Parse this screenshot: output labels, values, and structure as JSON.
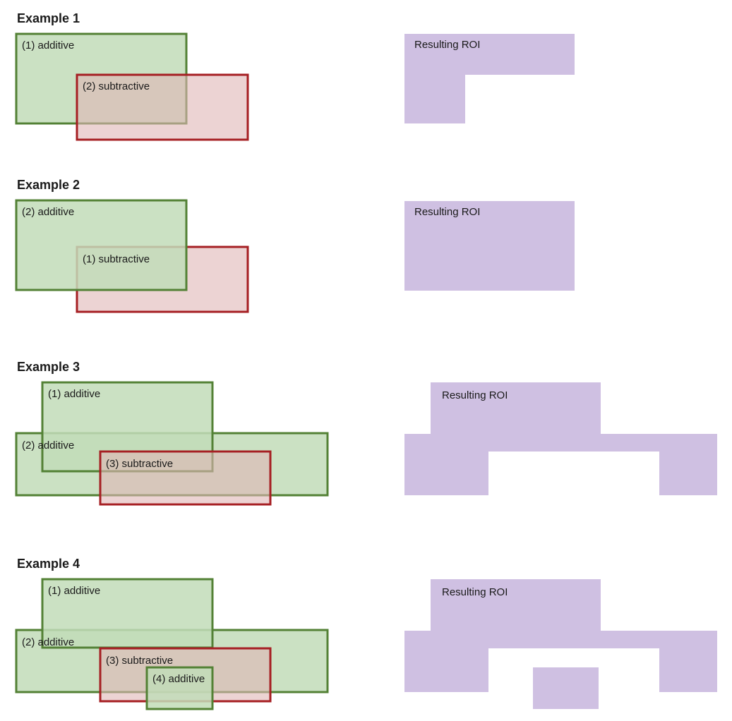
{
  "colors": {
    "additive_fill": "#c2dcb8",
    "additive_stroke": "#538135",
    "subtractive_fill": "#dfb5b5",
    "subtractive_stroke": "#a61f23",
    "roi_fill": "#cfc0e2",
    "text": "#1a1a1a"
  },
  "examples": [
    {
      "title": "Example 1",
      "regions": [
        {
          "label": "(1) additive",
          "mode": "additive"
        },
        {
          "label": "(2) subtractive",
          "mode": "subtractive"
        }
      ],
      "result_label": "Resulting ROI"
    },
    {
      "title": "Example 2",
      "regions": [
        {
          "label": "(2) additive",
          "mode": "additive"
        },
        {
          "label": "(1) subtractive",
          "mode": "subtractive"
        }
      ],
      "result_label": "Resulting ROI"
    },
    {
      "title": "Example 3",
      "regions": [
        {
          "label": "(1) additive",
          "mode": "additive"
        },
        {
          "label": "(2) additive",
          "mode": "additive"
        },
        {
          "label": "(3) subtractive",
          "mode": "subtractive"
        }
      ],
      "result_label": "Resulting ROI"
    },
    {
      "title": "Example 4",
      "regions": [
        {
          "label": "(1) additive",
          "mode": "additive"
        },
        {
          "label": "(2) additive",
          "mode": "additive"
        },
        {
          "label": "(3) subtractive",
          "mode": "subtractive"
        },
        {
          "label": "(4) additive",
          "mode": "additive"
        }
      ],
      "result_label": "Resulting ROI"
    }
  ]
}
